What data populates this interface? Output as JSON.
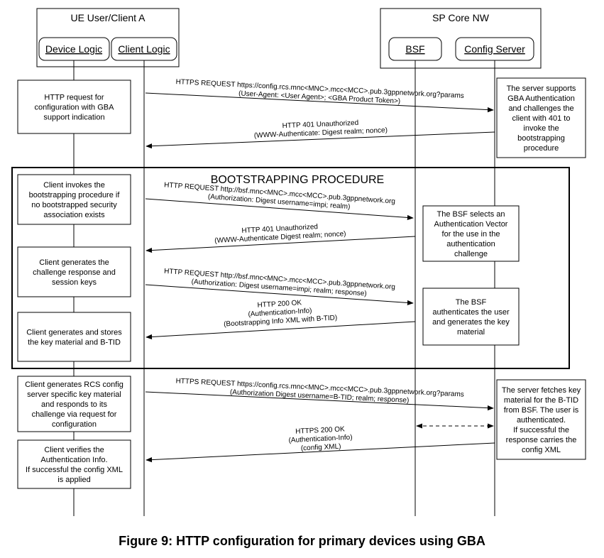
{
  "groups": {
    "ue": "UE User/Client A",
    "sp": "SP Core NW"
  },
  "entities": {
    "device_logic": "Device Logic",
    "client_logic": "Client Logic",
    "bsf": "BSF",
    "config_server": "Config Server"
  },
  "bootstrap_title": "BOOTSTRAPPING PROCEDURE",
  "left_notes": [
    [
      "HTTP request for",
      "configuration with GBA",
      "support indication"
    ],
    [
      "Client invokes the",
      "bootstrapping procedure if",
      "no bootstrapped security",
      "association exists"
    ],
    [
      "Client generates the",
      "challenge response and",
      "session keys"
    ],
    [
      "Client generates and stores",
      "the key material and B-TID"
    ],
    [
      "Client generates RCS config",
      "server specific key material",
      "and responds to its",
      "challenge via request for",
      "configuration"
    ],
    [
      "Client verifies the",
      "Authentication Info.",
      "If successful the config XML",
      "is applied"
    ]
  ],
  "server_notes": [
    [
      "The server supports",
      "GBA Authentication",
      "and challenges the",
      "client with 401 to",
      "invoke the",
      "bootstrapping",
      "procedure"
    ],
    [
      "The BSF selects an",
      "Authentication Vector",
      "for the use in the",
      "authentication",
      "challenge"
    ],
    [
      "The BSF",
      "authenticates the user",
      "and generates the key",
      "material"
    ],
    [
      "The server fetches key",
      "material for the B-TID",
      "from BSF. The user is",
      "authenticated.",
      "If successful the",
      "response carries the",
      "config XML"
    ]
  ],
  "messages": [
    [
      "HTTPS REQUEST https://config.rcs.mnc<MNC>.mcc<MCC>.pub.3gppnetwork.org?params",
      "(User-Agent: <User Agent>; <GBA Product Token>)"
    ],
    [
      "HTTP 401 Unauthorized",
      "(WWW-Authenticate: Digest realm; nonce)"
    ],
    [
      "HTTP REQUEST http://bsf.mnc<MNC>.mcc<MCC>.pub.3gppnetwork.org",
      "(Authorization: Digest username=impi; realm)"
    ],
    [
      "HTTP 401 Unauthorized",
      "(WWW-Authenticate Digest realm; nonce)"
    ],
    [
      "HTTP REQUEST http://bsf.mnc<MNC>.mcc<MCC>.pub.3gppnetwork.org",
      "(Authorization: Digest username=impi; realm; response)"
    ],
    [
      "HTTP 200 OK",
      "(Authentication-Info)",
      "(Bootstrapping Info XML with B-TID)"
    ],
    [
      "HTTPS REQUEST https://config.rcs.mnc<MNC>.mcc<MCC>.pub.3gppnetwork.org?params",
      "(Authorization Digest username=B-TID; realm; response)"
    ],
    [
      "HTTPS 200 OK",
      "(Authentication-Info)",
      "(config XML)"
    ]
  ],
  "caption": "Figure 9: HTTP configuration for primary devices using GBA"
}
